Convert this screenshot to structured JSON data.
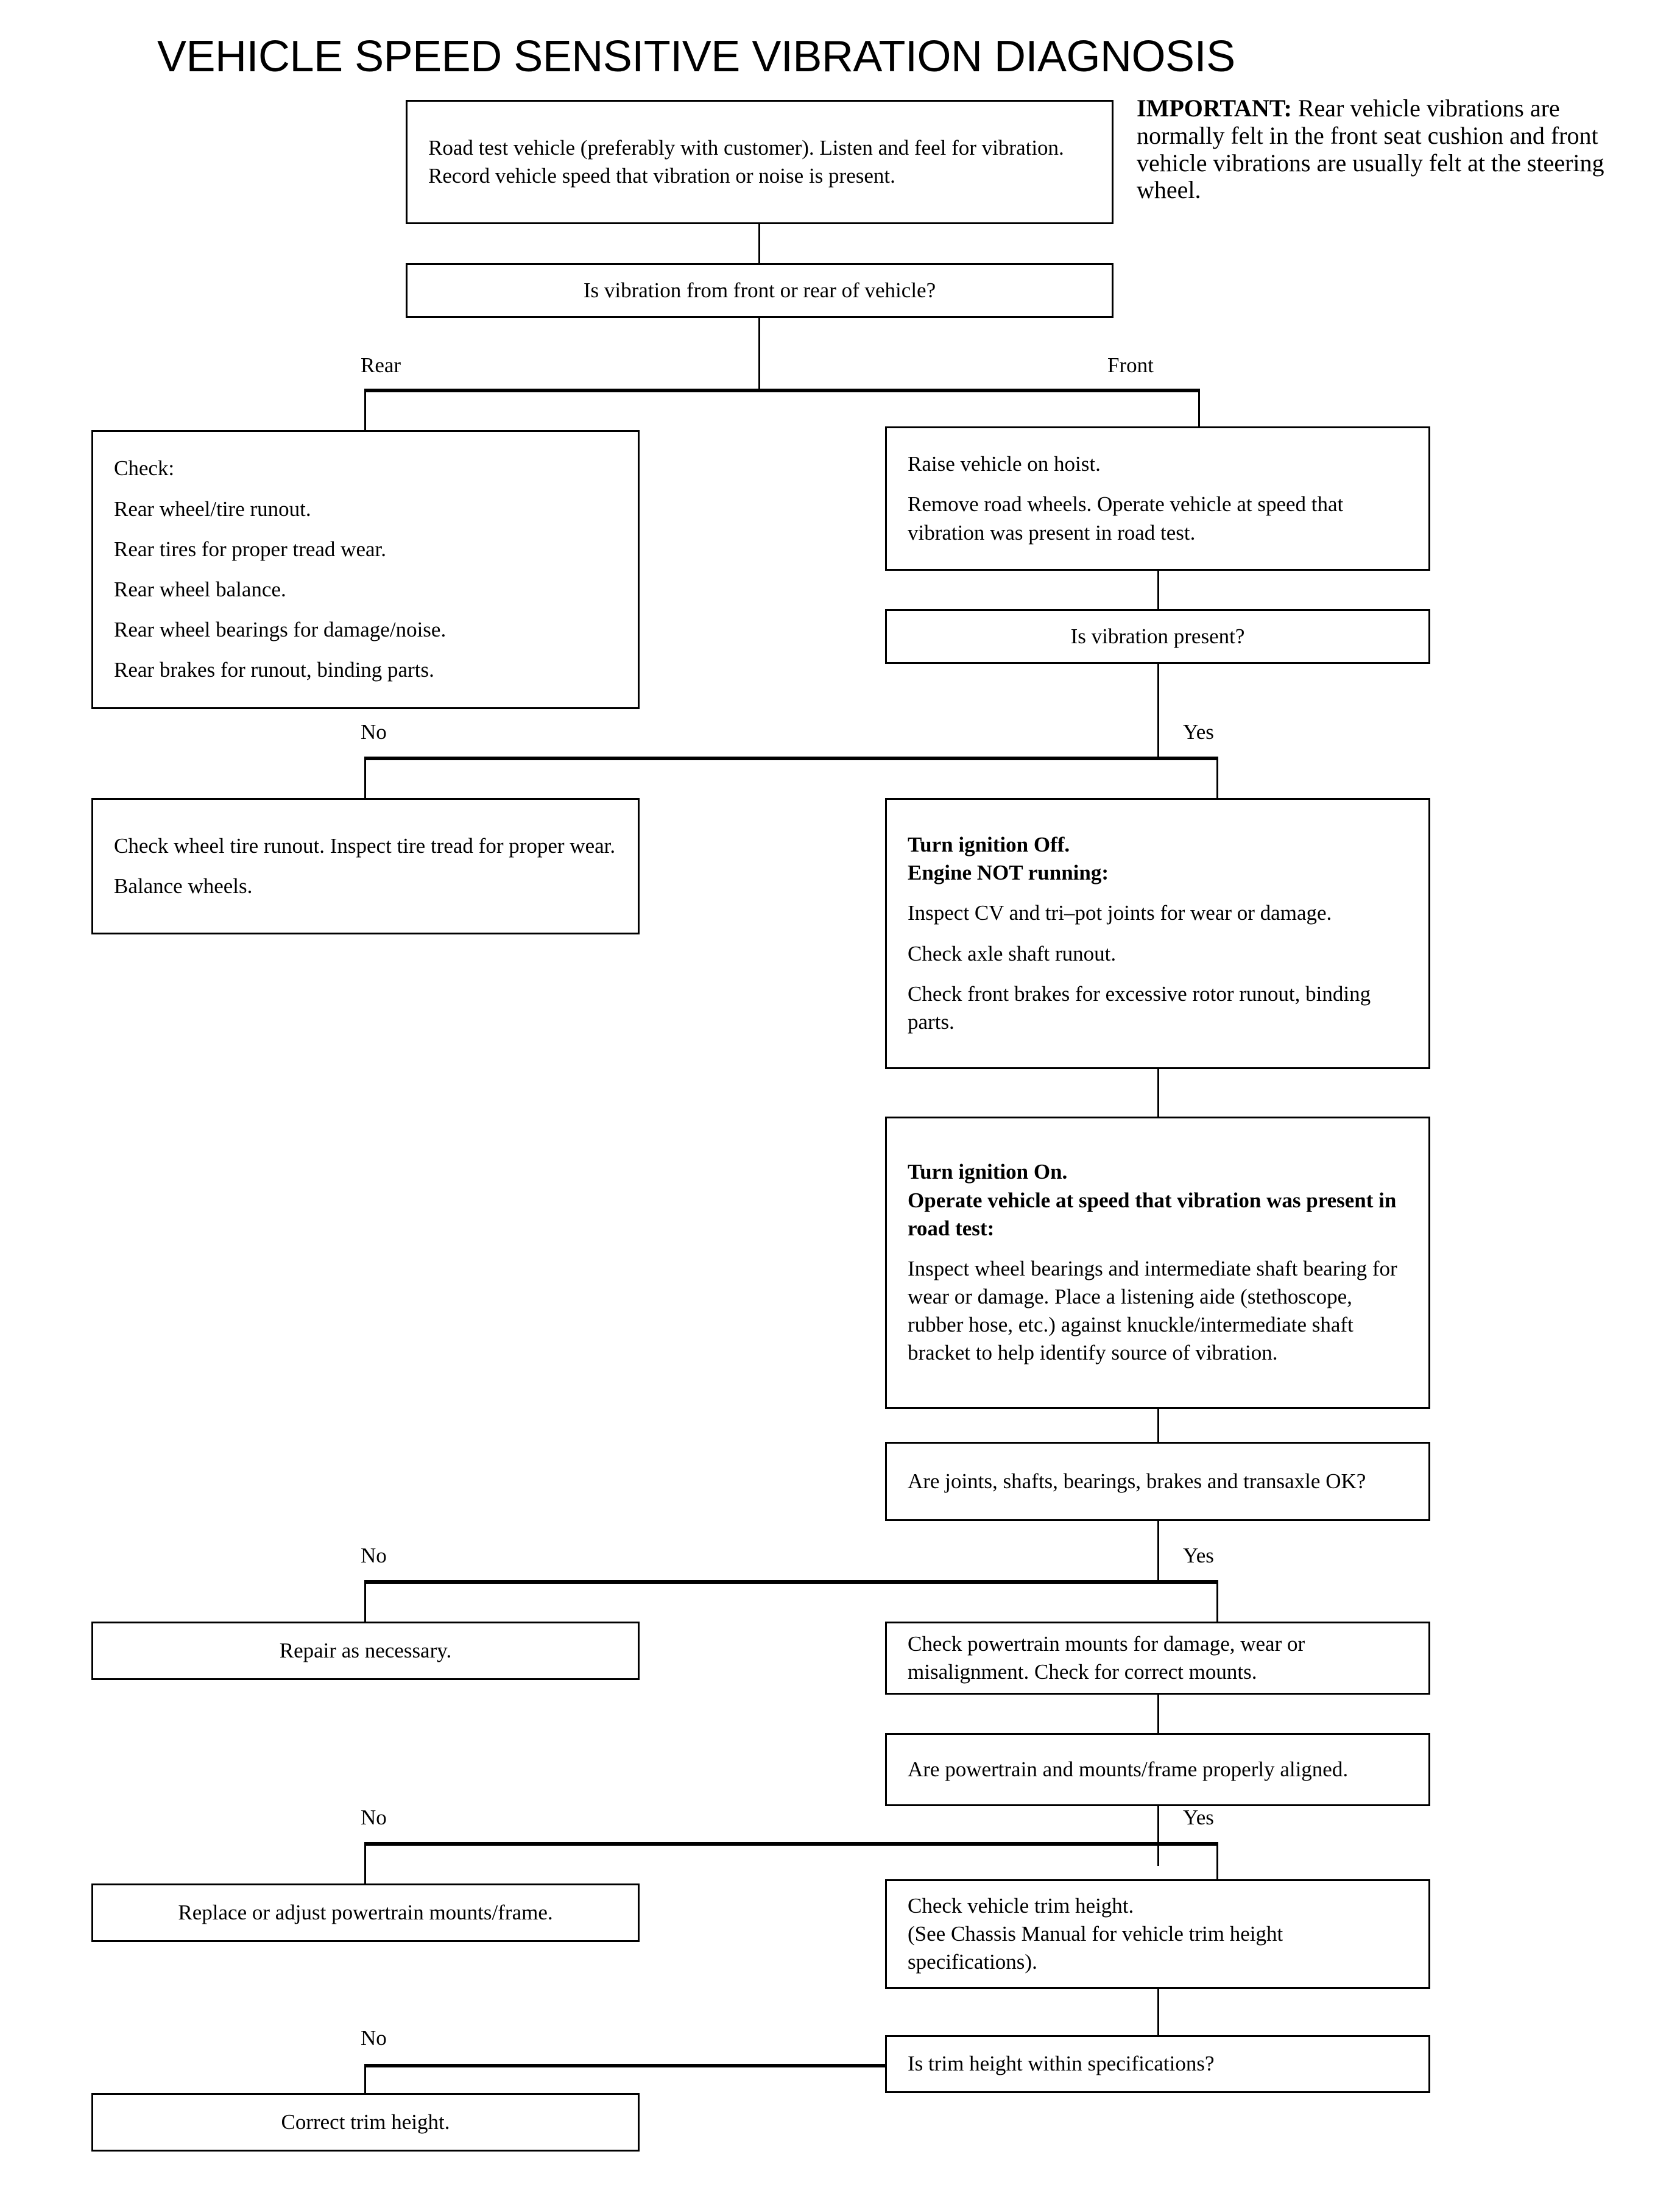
{
  "title": "VEHICLE SPEED SENSITIVE VIBRATION DIAGNOSIS",
  "important": {
    "label": "IMPORTANT:",
    "text": "  Rear vehicle vibrations are normally felt in the front seat cushion and front vehicle vibrations are usually felt at the steering wheel."
  },
  "nodes": {
    "road_test": "Road test vehicle (preferably with customer). Listen and feel for vibration. Record vehicle speed that vibration or noise is present.",
    "front_or_rear": "Is vibration from front or rear of vehicle?",
    "rear_check": {
      "heading": "Check:",
      "items": [
        "Rear wheel/tire runout.",
        "Rear tires for proper tread wear.",
        "Rear wheel balance.",
        "Rear wheel bearings for damage/noise.",
        "Rear brakes for runout, binding parts."
      ]
    },
    "raise_hoist": {
      "line1": "Raise vehicle on hoist.",
      "line2": "Remove road wheels. Operate vehicle at speed that vibration was present in road test."
    },
    "vibration_present": "Is vibration present?",
    "check_wheel_tire": {
      "line1": "Check wheel tire runout. Inspect tire tread for proper wear.",
      "line2": "Balance wheels."
    },
    "ignition_off": {
      "bold1": "Turn ignition Off.",
      "bold2": "Engine NOT running:",
      "line1": "Inspect CV and tri–pot joints for wear or damage.",
      "line2": "Check axle shaft runout.",
      "line3": "Check front brakes for excessive rotor runout, binding parts."
    },
    "ignition_on": {
      "bold1": "Turn ignition On.",
      "bold2": "Operate vehicle at speed that vibration was present in road test:",
      "line1": "Inspect wheel bearings and intermediate shaft bearing for wear or damage. Place a listening aide (stethoscope, rubber hose, etc.) against knuckle/intermediate shaft bracket to help identify source of vibration."
    },
    "joints_ok": "Are joints, shafts, bearings, brakes and transaxle OK?",
    "repair": "Repair as necessary.",
    "check_mounts": "Check powertrain mounts for damage, wear or misalignment. Check for correct mounts.",
    "aligned": "Are powertrain and mounts/frame properly aligned.",
    "replace_mounts": "Replace or adjust powertrain mounts/frame.",
    "trim_height": {
      "line1": "Check vehicle trim height.",
      "line2": "(See Chassis Manual for vehicle trim height specifications)."
    },
    "trim_within_spec": "Is trim height within specifications?",
    "correct_trim": "Correct trim height."
  },
  "branch_labels": {
    "rear": "Rear",
    "front": "Front",
    "no_1": "No",
    "yes_1": "Yes",
    "no_2": "No",
    "yes_2": "Yes",
    "no_3": "No",
    "yes_3": "Yes",
    "no_4": "No"
  },
  "colors": {
    "line": "#000000",
    "background": "#ffffff"
  }
}
